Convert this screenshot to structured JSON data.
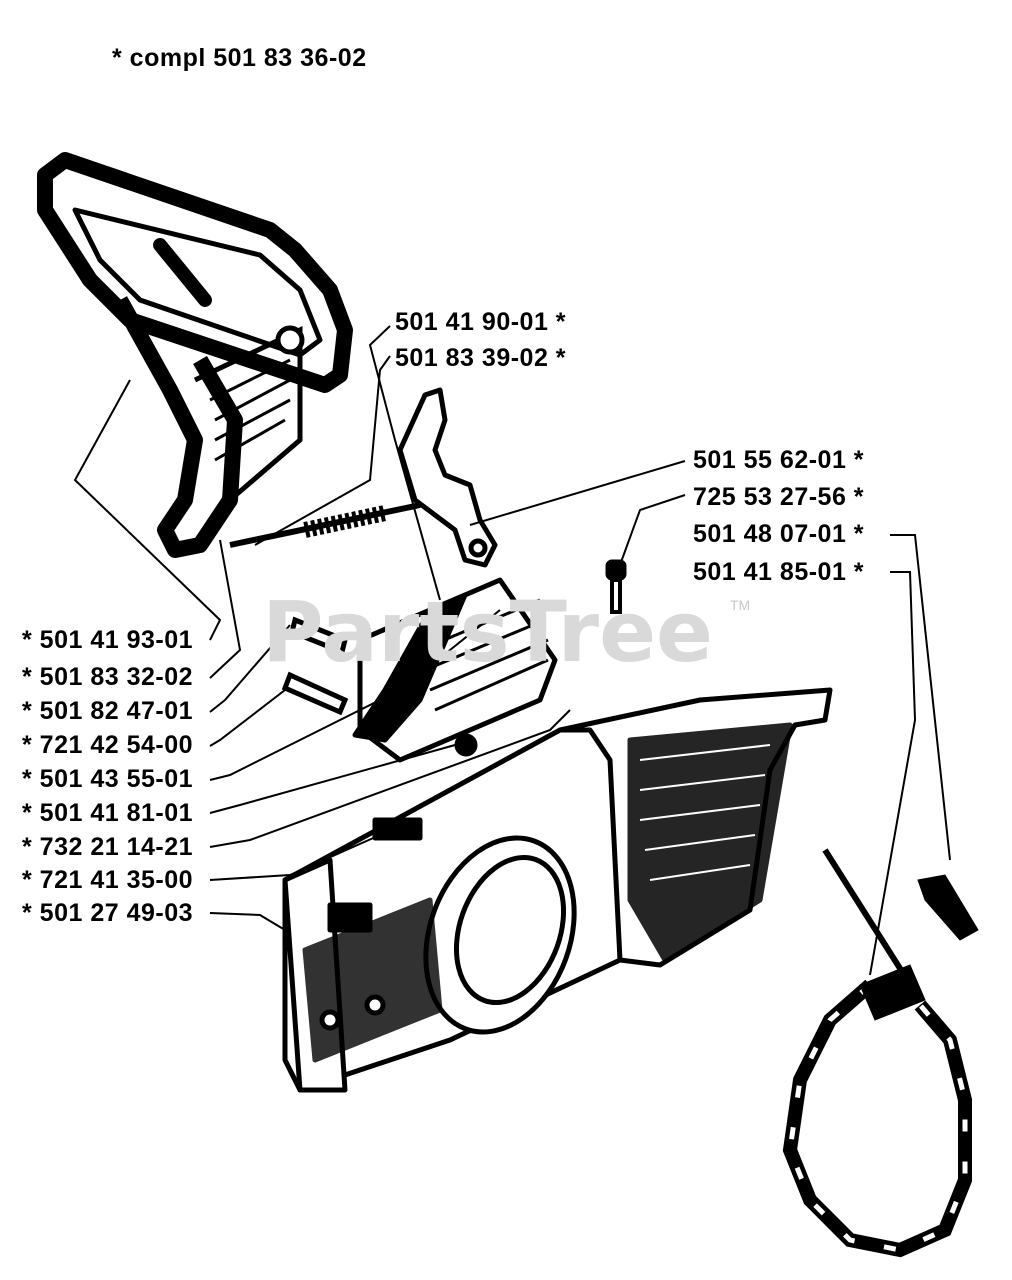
{
  "title": "*  compl 501 83 36-02",
  "watermark": {
    "text": "PartsTree",
    "tm": "TM"
  },
  "right_labels": [
    {
      "id": "r1",
      "text": "501 41 90-01  *"
    },
    {
      "id": "r2",
      "text": "501 83 39-02  *"
    },
    {
      "id": "r3",
      "text": "501 55 62-01  *"
    },
    {
      "id": "r4",
      "text": "725 53 27-56  *"
    },
    {
      "id": "r5",
      "text": "501 48 07-01  *"
    },
    {
      "id": "r6",
      "text": "501 41 85-01  *"
    }
  ],
  "left_labels": [
    {
      "id": "l1",
      "text": "*  501 41 93-01"
    },
    {
      "id": "l2",
      "text": "*  501 83 32-02"
    },
    {
      "id": "l3",
      "text": "*  501 82 47-01"
    },
    {
      "id": "l4",
      "text": "*  721 42 54-00"
    },
    {
      "id": "l5",
      "text": "*  501 43 55-01"
    },
    {
      "id": "l6",
      "text": "*  501 41 81-01"
    },
    {
      "id": "l7",
      "text": "*  732 21 14-21"
    },
    {
      "id": "l8",
      "text": "*  721 41 35-00"
    },
    {
      "id": "l9",
      "text": "*  501 27 49-03"
    }
  ]
}
